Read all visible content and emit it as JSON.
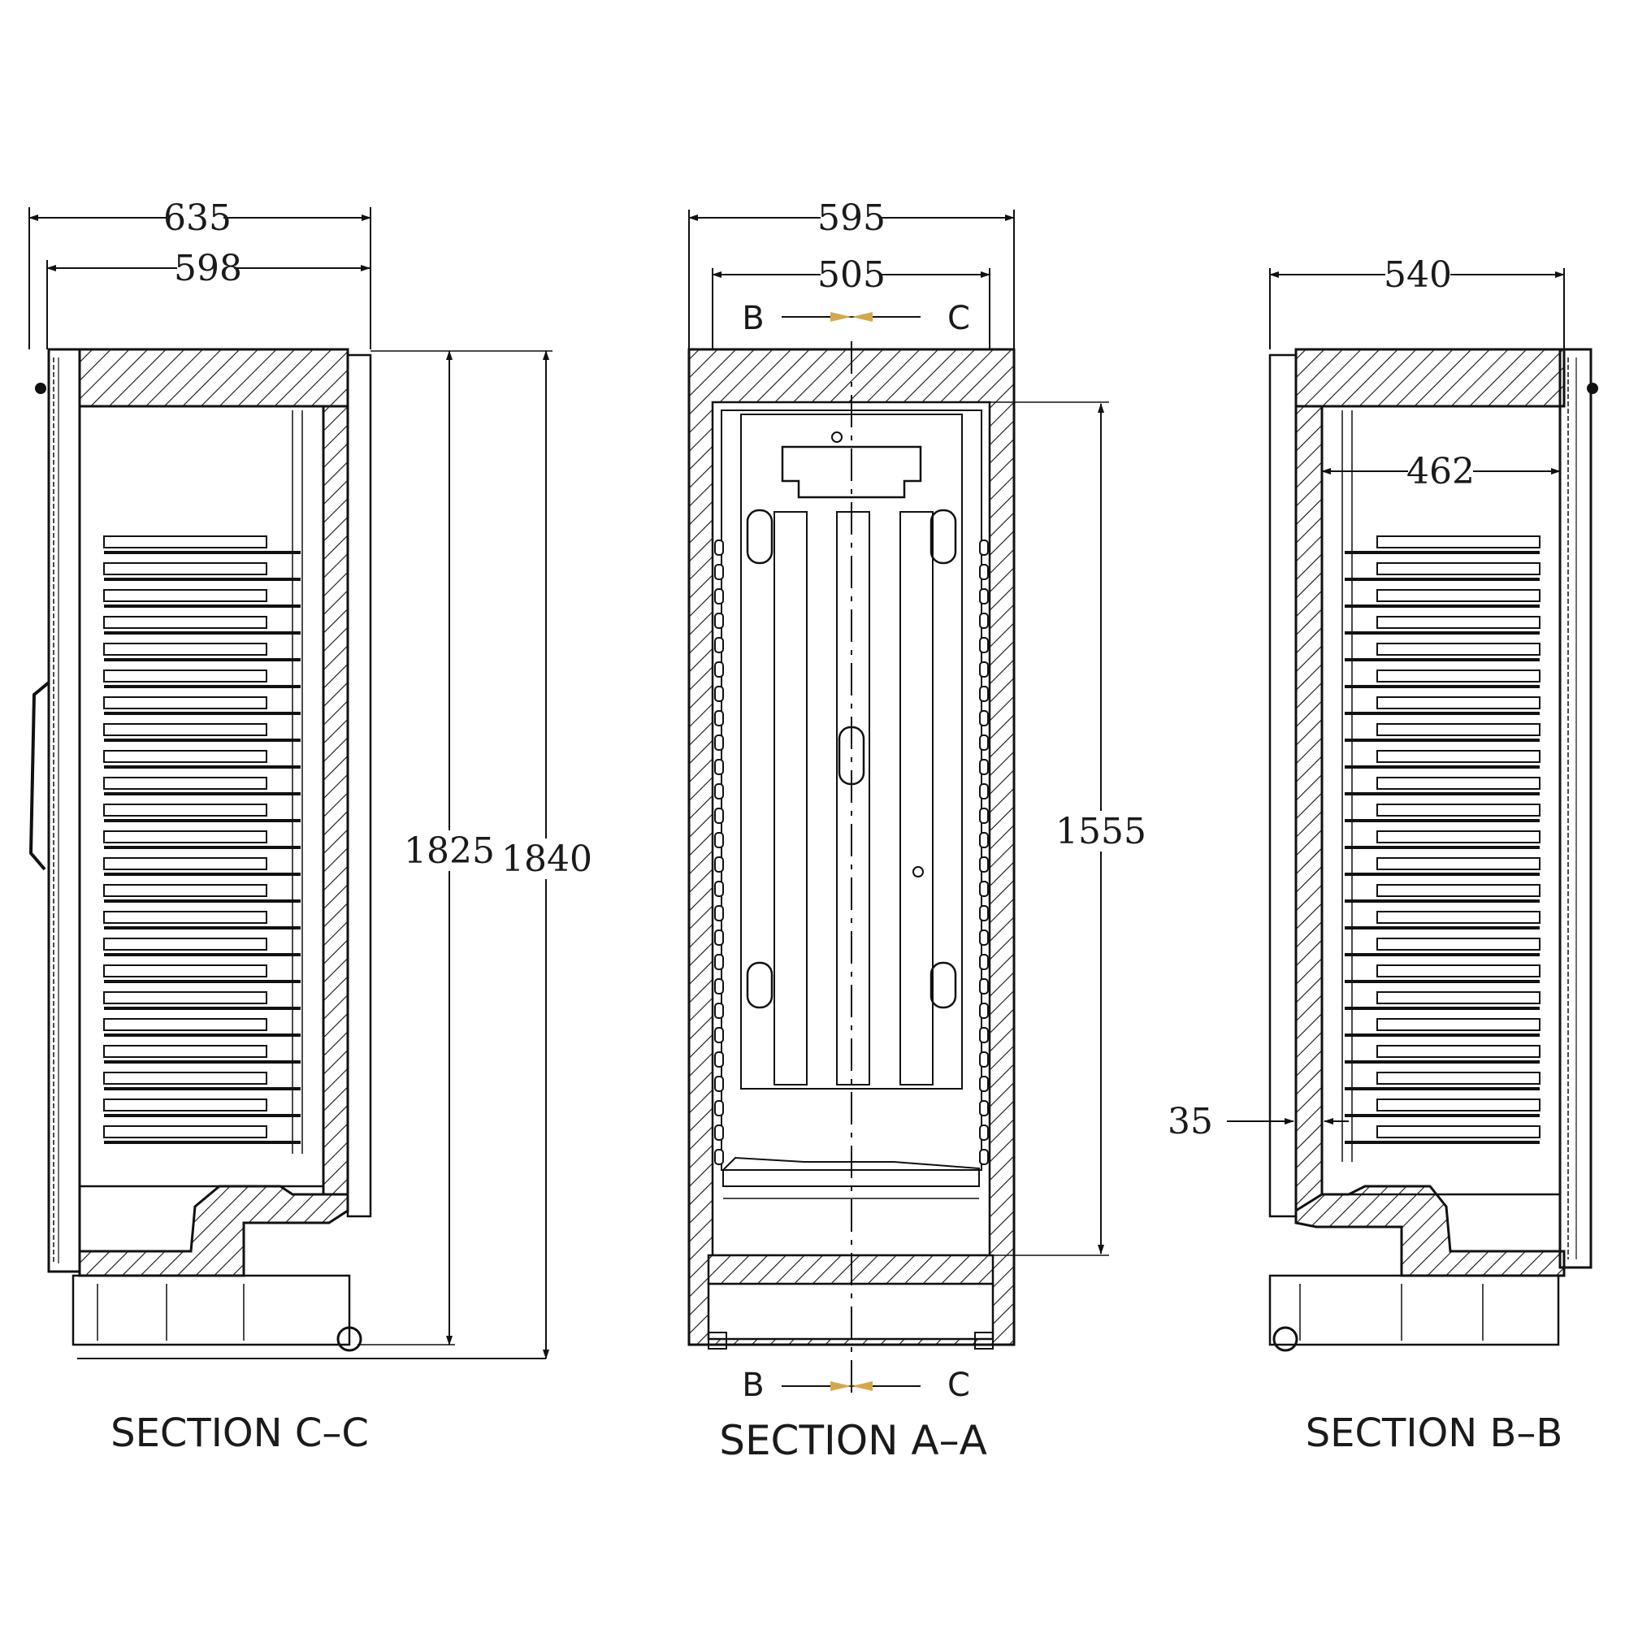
{
  "views": {
    "left": {
      "title": "SECTION C–C",
      "dims": {
        "overall_width": "635",
        "body_width": "598",
        "height_inner": "1825",
        "height_overall": "1840"
      }
    },
    "center": {
      "title": "SECTION A–A",
      "dims": {
        "overall_width": "595",
        "inner_width": "505",
        "inner_height": "1555"
      },
      "cut_marks": {
        "left": "B",
        "right": "C"
      }
    },
    "right": {
      "title": "SECTION B–B",
      "dims": {
        "overall_width": "540",
        "shelf_depth": "462",
        "wall": "35"
      }
    }
  },
  "colors": {
    "line": "#111111",
    "cut_arrow": "#d4a84a"
  }
}
